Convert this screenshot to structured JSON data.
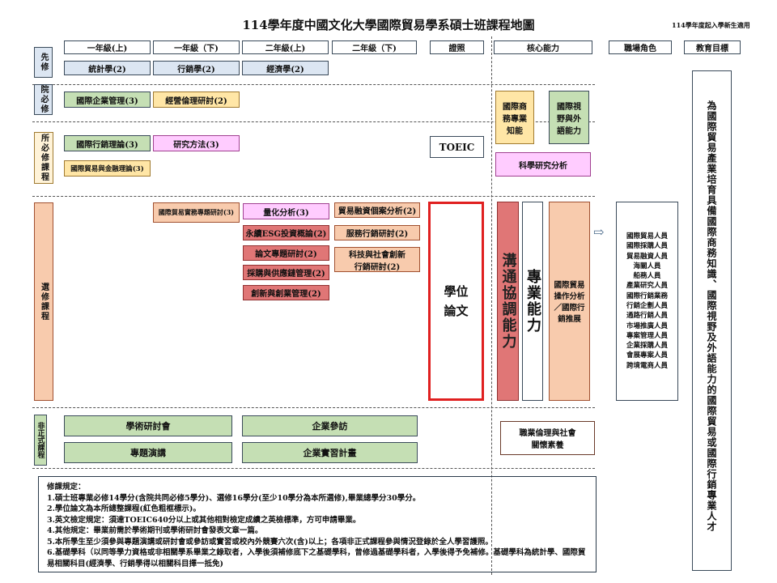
{
  "title": "114學年度中國文化大學國際貿易學系碩士班課程地圖",
  "note": "114學年度起入學新生適用",
  "headers": [
    "一年級(上)",
    "一年級（下)",
    "二年級(上)",
    "二年級（下)",
    "證照",
    "核心能力",
    "職場角色",
    "教育目標"
  ],
  "row_labels": {
    "prereq": "先修",
    "college": "院必修",
    "dept": "所必修課程",
    "elective": "選修課程",
    "informal": "非正式課程"
  },
  "prereq": [
    "統計學(2)",
    "行銷學(2)",
    "經濟學(2)"
  ],
  "college": [
    "國際企業管理(3)",
    "經營倫理研討(2)"
  ],
  "dept": [
    "國際行銷理論(3)",
    "研究方法(3)",
    "國際貿易與金融理論(3)"
  ],
  "certificate": "TOEIC",
  "core": {
    "c1": "國際商務專業知能",
    "c2": "國際視野與外語能力",
    "c3": "科學研究分析",
    "c4": "溝通協調能力",
    "c5": "專業能力",
    "c6": "國際貿易操作分析／國際行銷推展",
    "c7": "職業倫理與社會關懷素養"
  },
  "electives": [
    "國際貿易實務專題研討(3)",
    "量化分析(3)",
    "永續ESG投資概論(2)",
    "論文專題研討(2)",
    "採購與供應鏈管理(2)",
    "創新與創業管理(2)",
    "貿易融資個案分析(2)",
    "服務行銷研討(2)",
    "科技與社會創新行銷研討(2)"
  ],
  "thesis": "學位論文",
  "informal": [
    "學術研討會",
    "企業參訪",
    "專題演講",
    "企業實習計畫"
  ],
  "roles": [
    "國際貿易人員",
    "國際採購人員",
    "貿易融資人員",
    "海關人員",
    "船務人員",
    "產業研究人員",
    "國際行銷業務",
    "行銷企劃人員",
    "通路行銷人員",
    "市場推廣人員",
    "專案管理人員",
    "企業採購人員",
    "會展專案人員",
    "跨境電商人員"
  ],
  "goal": "為國際貿易產業培育具備國際商務知識、國際視野及外語能力的國際貿易或國際行銷專業人才",
  "rules": [
    "修課規定：",
    "1.碩士班專業必修14學分(含院共同必修5學分)、選修16學分(至少10學分為本所選修),畢業總學分30學分。",
    "2.學位論文為本所總整課程(紅色粗框標示)。",
    "3.英文檢定規定：須達TOEIC640分以上或其他相對檢定成績之英檢標準，方可申請畢業。",
    "4.其他規定：畢業前需於學術期刊或學術研討會發表文章一篇。",
    "5.本所學生至少須參與專題演講或研討會或參訪或實習或校內外競賽六次(含)以上；各項非正式課程參與情況登錄於全人學習護照。",
    "6.基礎學科（以同等學力資格或非相關學系畢業之錄取者，入學後須補修底下之基礎學科，曾修過基礎學科者，入學後得予免補修。基礎學科為統計學、國際貿易相關科目(經濟學、行銷學得以相關科目擇一抵免)"
  ]
}
